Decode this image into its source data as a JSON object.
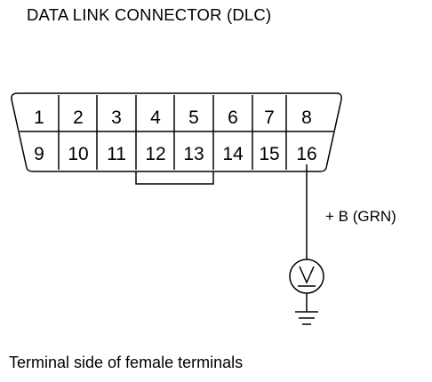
{
  "title": "DATA LINK CONNECTOR (DLC)",
  "connector": {
    "top_row": [
      "1",
      "2",
      "3",
      "4",
      "5",
      "6",
      "7",
      "8"
    ],
    "bottom_row": [
      "9",
      "10",
      "11",
      "12",
      "13",
      "14",
      "15",
      "16"
    ]
  },
  "wire_label": "+ B (GRN)",
  "meter_symbol": "V",
  "footer": "Terminal side of female terminals"
}
